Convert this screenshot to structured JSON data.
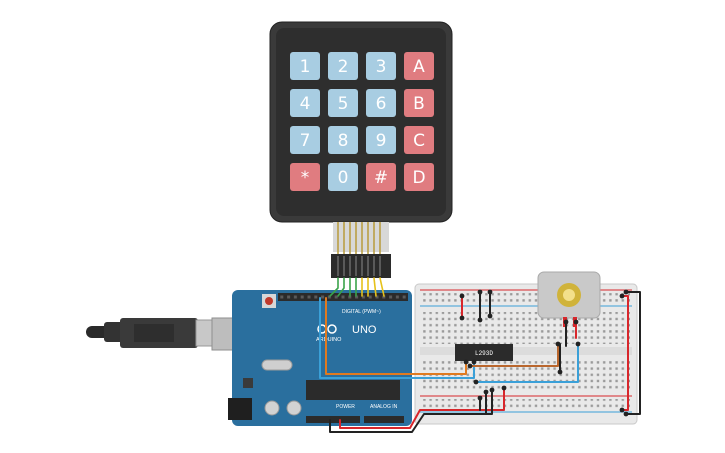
{
  "keypad": {
    "rows": [
      [
        "1",
        "2",
        "3",
        "A"
      ],
      [
        "4",
        "5",
        "6",
        "B"
      ],
      [
        "7",
        "8",
        "9",
        "C"
      ],
      [
        "*",
        "0",
        "#",
        "D"
      ]
    ],
    "digit_color": "#a8cde2",
    "letter_color": "#e07c80",
    "body_color": "#3a3a3a"
  },
  "arduino": {
    "board_color": "#2a6f9e",
    "brand": "ARDUINO",
    "model": "UNO",
    "digital_label": "DIGITAL (PWM~)",
    "power_label": "POWER",
    "analog_label": "ANALOG IN"
  },
  "driver_chip": {
    "label": "L293D"
  },
  "wires": {
    "orange": "#e07a1f",
    "blue": "#3aa0d8",
    "red": "#d8262b",
    "black": "#222222",
    "green": "#3aa34a",
    "yellow": "#e6c21a"
  }
}
